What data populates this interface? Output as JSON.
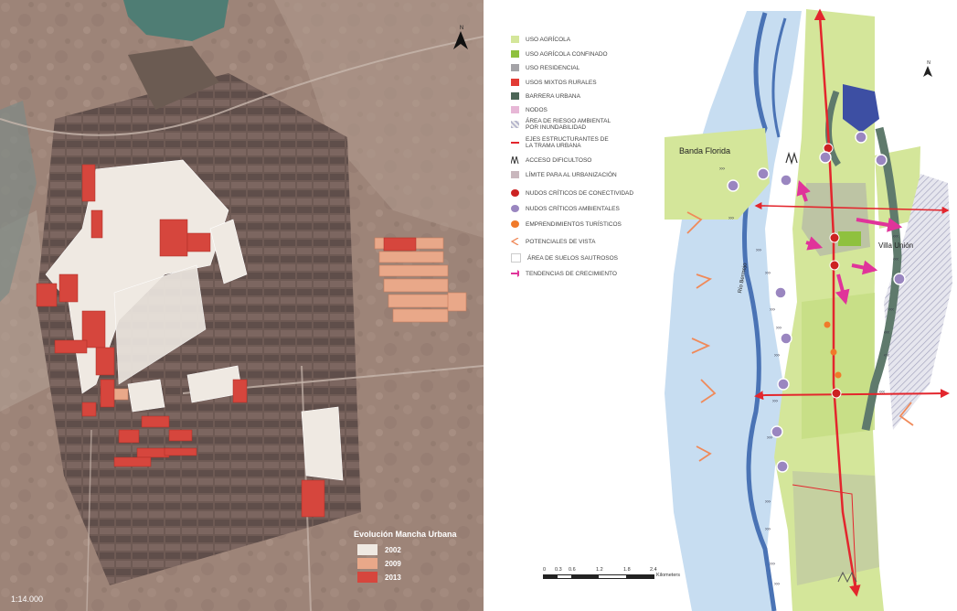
{
  "left_map": {
    "north": "N",
    "scale": "1:14.000",
    "legend_title": "Evolución Mancha Urbana",
    "legend": [
      {
        "label": "2002",
        "color": "#efe9e2"
      },
      {
        "label": "2009",
        "color": "#e9a889"
      },
      {
        "label": "2013",
        "color": "#d6463d"
      }
    ]
  },
  "right_map": {
    "north": "N",
    "place_labels": {
      "banda_florida": "Banda Florida",
      "villa_union": "Villa Unión",
      "rio": "Río Bermejo"
    },
    "legend": [
      {
        "label": "USO AGRÍCOLA",
        "symbol": "swatch",
        "color": "#d4e69a"
      },
      {
        "label": "USO AGRÍCOLA CONFINADO",
        "symbol": "swatch",
        "color": "#8fc13e"
      },
      {
        "label": "USO RESIDENCIAL",
        "symbol": "swatch",
        "color": "#a4a3a7"
      },
      {
        "label": "USOS MIXTOS RURALES",
        "symbol": "swatch",
        "color": "#e23b35"
      },
      {
        "label": "BARRERA URBANA",
        "symbol": "swatch",
        "color": "#4c6657"
      },
      {
        "label": "NODOS",
        "symbol": "swatch",
        "color": "#e7b7d6"
      },
      {
        "label": "ÁREA DE RIESGO AMBIENTAL POR INUNDABILIDAD",
        "symbol": "hatch",
        "color": "#b5b5cc"
      },
      {
        "label": "EJES ESTRUCTURANTES DE LA TRAMA URBANA",
        "symbol": "line",
        "color": "#e3262d"
      },
      {
        "label": "ACCESO DIFICULTOSO",
        "symbol": "zigzag",
        "color": "#333333"
      },
      {
        "label": "LÍMITE PARA AL URBANIZACIÓN",
        "symbol": "swatch",
        "color": "#c9b7bd"
      },
      {
        "label": "NUDOS CRÍTICOS DE CONECTIVIDAD",
        "symbol": "dot",
        "color": "#cc2222"
      },
      {
        "label": "NUDOS CRÍTICOS AMBIENTALES",
        "symbol": "dot",
        "color": "#9a86c0"
      },
      {
        "label": "EMPRENDIMIENTOS TURÍSTICOS",
        "symbol": "dot",
        "color": "#f07a2a"
      },
      {
        "label": "POTENCIALES DE VISTA",
        "symbol": "chevron",
        "color": "#f08a5a"
      },
      {
        "label": "ÁREA DE SUELOS SAUTROSOS",
        "symbol": "hatch",
        "color": "#dddddd"
      },
      {
        "label": "TENDENCIAS DE CRECIMIENTO",
        "symbol": "arrow",
        "color": "#e0349a"
      }
    ],
    "scalebar": {
      "ticks": [
        "0",
        "0.3",
        "0.6",
        "1.2",
        "1.8",
        "2.4"
      ],
      "unit": "Kilometers"
    }
  }
}
